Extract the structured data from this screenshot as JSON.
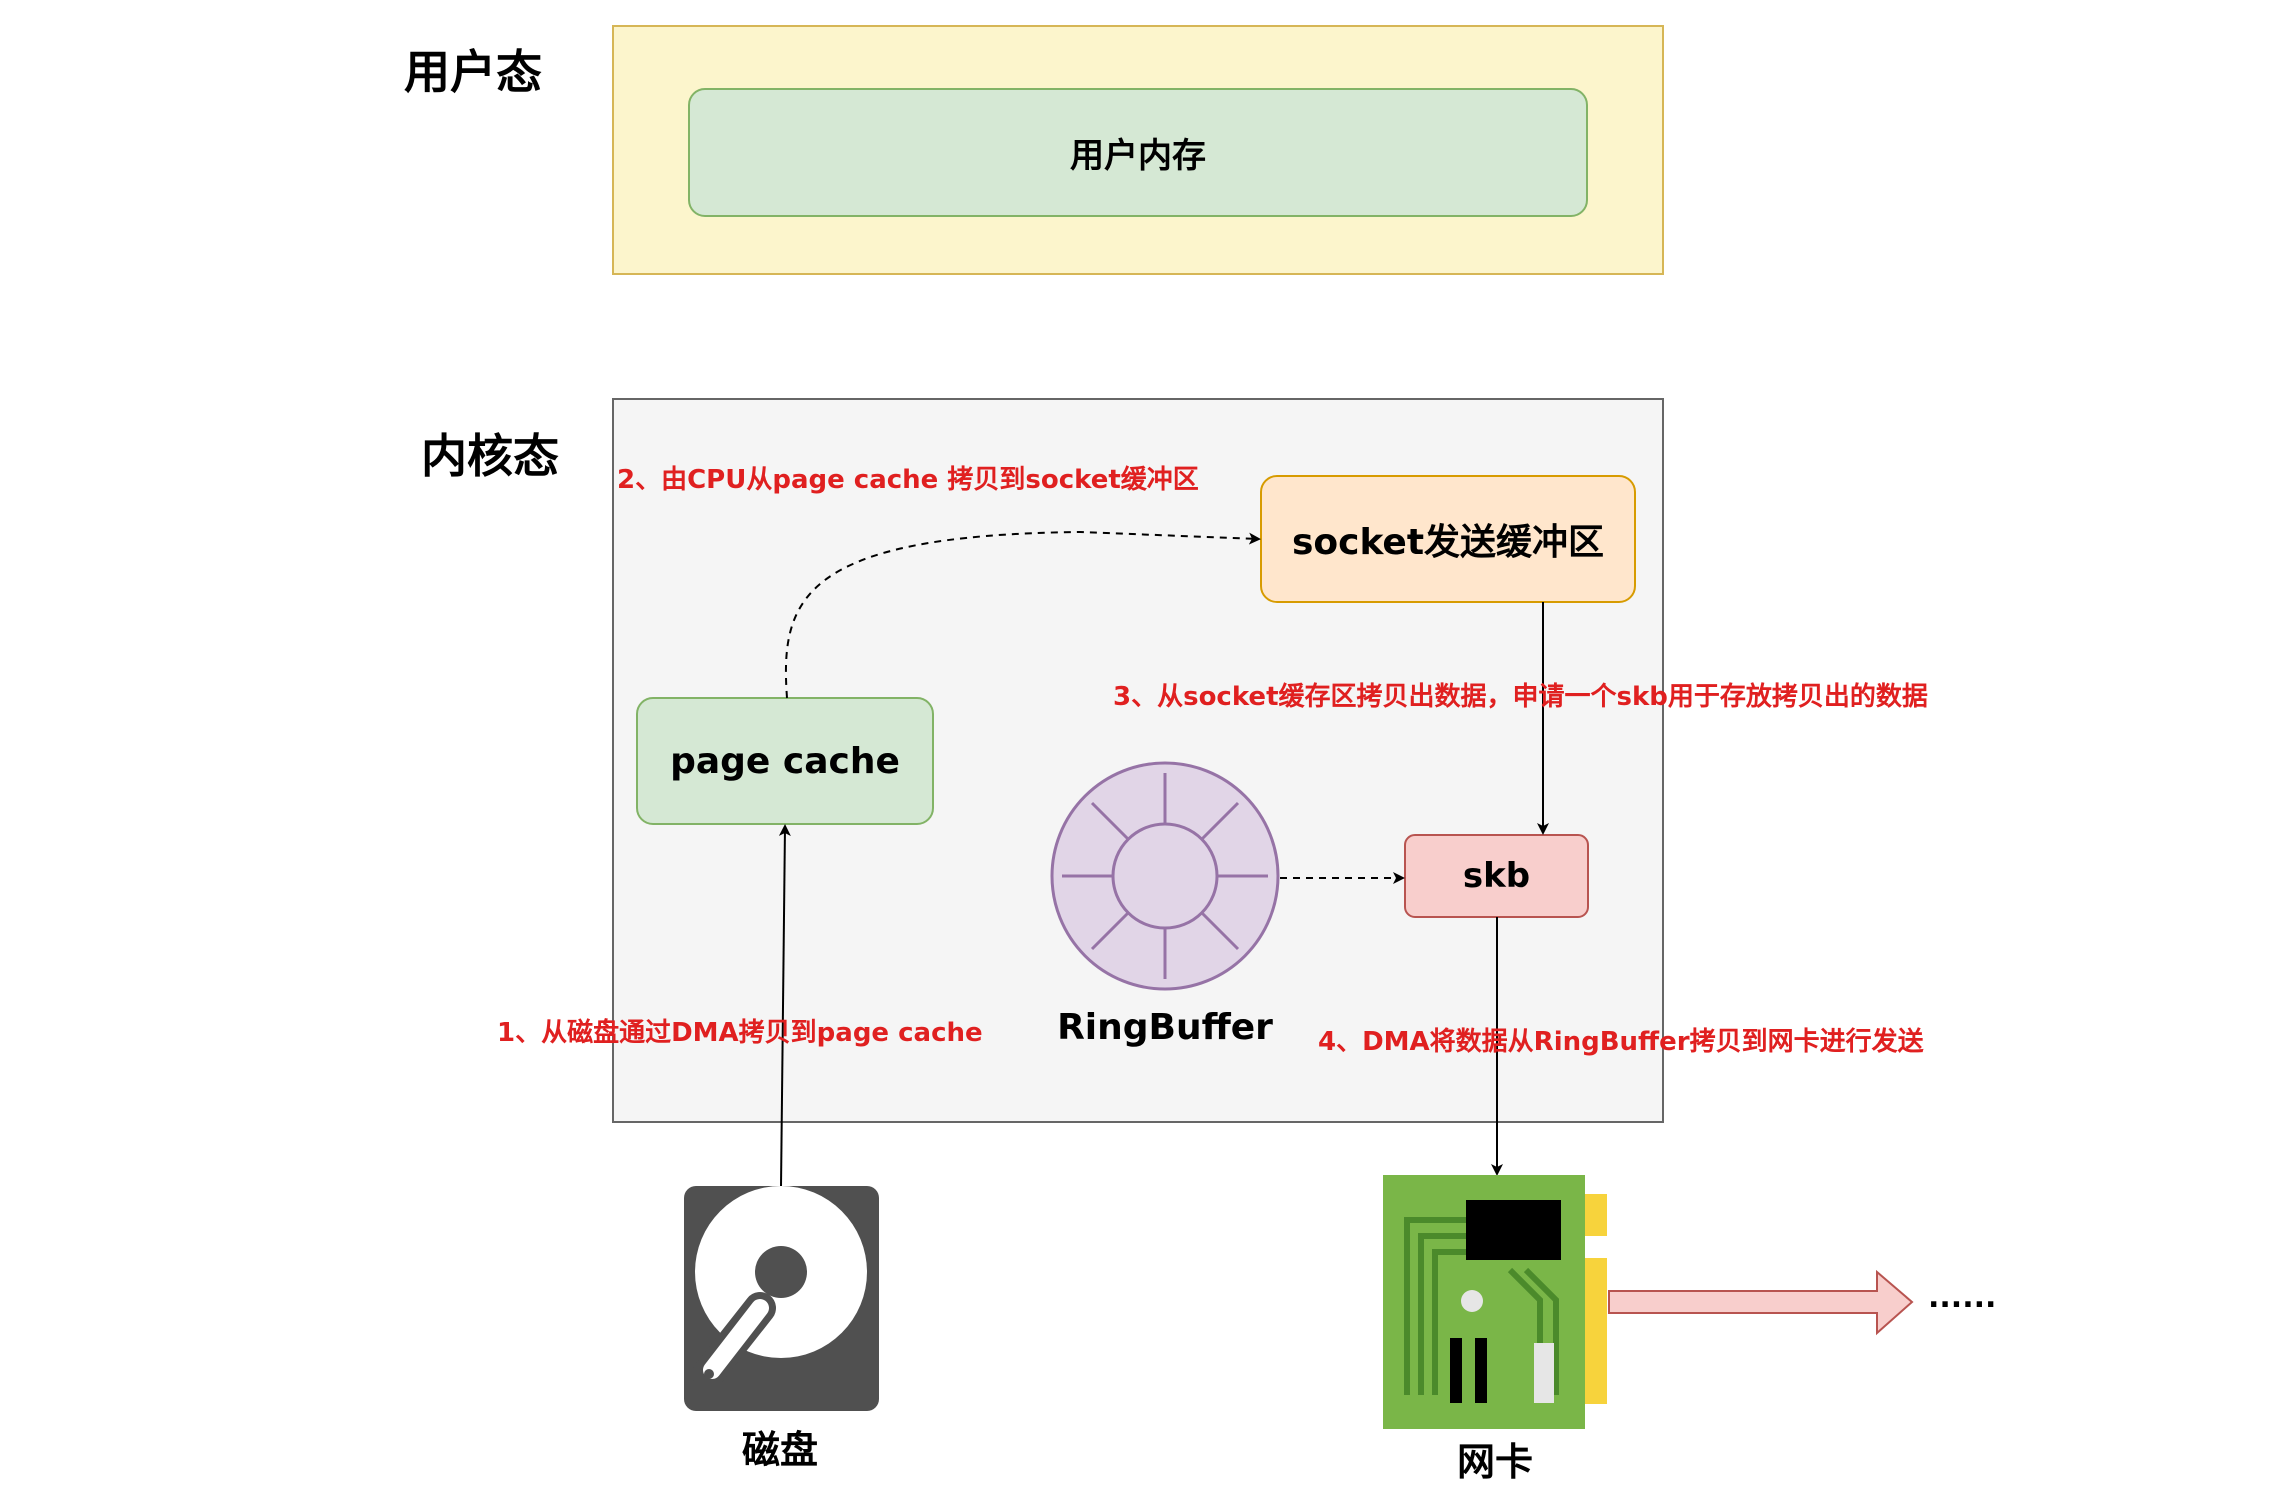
{
  "sections": {
    "user_mode": "用户态",
    "kernel_mode": "内核态"
  },
  "nodes": {
    "user_memory": "用户内存",
    "socket_buffer": "socket发送缓冲区",
    "page_cache": "page cache",
    "skb": "skb",
    "ringbuffer": "RingBuffer",
    "disk": "磁盘",
    "nic": "网卡",
    "ellipsis": "......"
  },
  "steps": {
    "step1": "1、从磁盘通过DMA拷贝到page cache",
    "step2": "2、由CPU从page cache 拷贝到socket缓冲区",
    "step3": "3、从socket缓存区拷贝出数据，申请一个skb用于存放拷贝出的数据",
    "step4": "4、DMA将数据从RingBuffer拷贝到网卡进行发送"
  },
  "colors": {
    "user_region_fill": "#fcf5cc",
    "user_region_stroke": "#d6b656",
    "user_memory_fill": "#d5e8d4",
    "user_memory_stroke": "#82b366",
    "kernel_region_fill": "#f5f5f5",
    "kernel_region_stroke": "#666666",
    "socket_fill": "#ffe6cc",
    "socket_stroke": "#d79b00",
    "page_cache_fill": "#d5e8d4",
    "page_cache_stroke": "#82b366",
    "skb_fill": "#f8cecc",
    "skb_stroke": "#b85450",
    "ringbuffer_fill": "#e1d5e7",
    "ringbuffer_stroke": "#9673a6",
    "step_text": "#e02020",
    "disk_body": "#505050",
    "nic_board": "#7ab648",
    "nic_trace": "#4b8a2b",
    "nic_connector": "#f7d33c",
    "arrow_fill": "#f8cecc"
  }
}
